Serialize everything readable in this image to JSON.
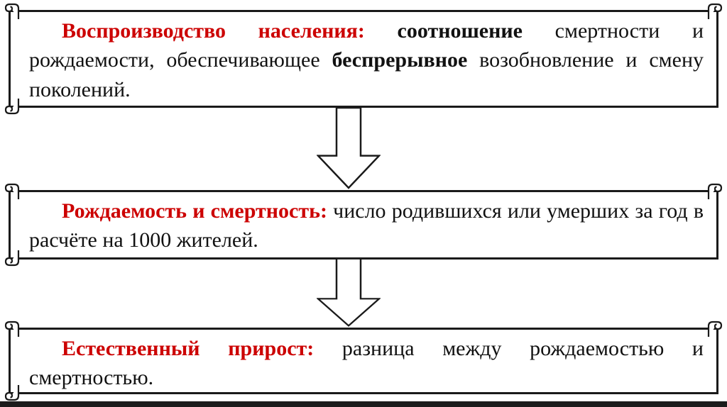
{
  "slide": {
    "colors": {
      "accent_red": "#cc0000",
      "ink": "#1a1a1a",
      "background": "#ffffff"
    },
    "boxes": [
      {
        "lead": "Воспроизводство населения: ",
        "bold1": "соотношение ",
        "text1": "смертности и рождаемости, обеспечивающее ",
        "bold2": "беспрерывное ",
        "text2": "возобновление и смену поколений."
      },
      {
        "lead": "Рождаемость и смертность: ",
        "text1": "число родившихся или умерших за год в расчёте на 1000 жителей."
      },
      {
        "lead": "Естественный прирост: ",
        "text1": "разница между рождаемостью и смертностью."
      }
    ]
  }
}
